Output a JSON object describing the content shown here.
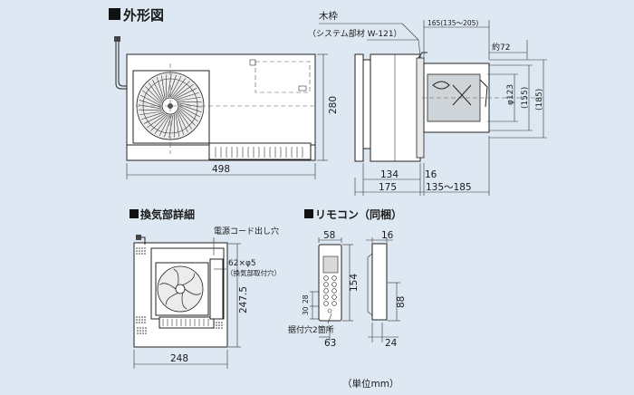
{
  "titles": {
    "main": "外形図",
    "detail": "換気部詳細",
    "remote": "リモコン（同梱）",
    "unit": "（単位mm）"
  },
  "callouts": {
    "frame_name": "木枠",
    "frame_part": "（システム部材 W-121）",
    "cord_hole": "電源コード出し穴",
    "mount_holes": "62×φ5",
    "mount_holes_note": "（換気部取付穴）",
    "remote_holes": "据付穴2箇所"
  },
  "dims": {
    "width_main": "498",
    "height_main": "280",
    "depth_134": "134",
    "depth_16": "16",
    "depth_175": "175",
    "frame_range": "135～185",
    "duct_len": "165(135～205)",
    "about_72": "約72",
    "dia_123": "φ123",
    "dia_155": "(155)",
    "dia_185": "(185)",
    "det_width": "248",
    "det_height": "247.5",
    "rm_width": "58",
    "rm_depth": "16",
    "rm_height": "154",
    "rm_88": "88",
    "rm_28": "28",
    "rm_30": "30",
    "rm_63": "63",
    "rm_24": "24"
  }
}
